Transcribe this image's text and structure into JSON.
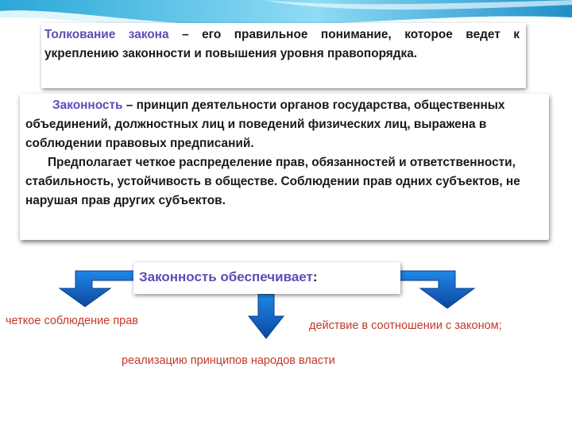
{
  "definitions": {
    "interpretation": {
      "term": "Толкование закона",
      "text": " – его правильное понимание, которое ведет к укреплению законности и повышения уровня правопорядка."
    },
    "legality": {
      "term": "Законность",
      "text": " – принцип деятельности органов государства, общественных объединений, должностных лиц и поведений физических лиц, выражена в соблюдении правовых предписаний.",
      "note": "Предполагает четкое распределение прав, обязанностей и ответственности, стабильность, устойчивость в обществе. Соблюдении прав одних субъектов, не нарушая прав других субъектов."
    }
  },
  "scheme": {
    "heading": "Законность обеспечивает",
    "colon": ":",
    "items": [
      "четкое соблюдение прав",
      "реализацию принципов народов власти",
      "действие в соотношении с законом;"
    ]
  },
  "colors": {
    "term": "#5b4fb5",
    "items": "#c0392b",
    "arrows": "#1565c0",
    "wave": "#4fc3f7"
  },
  "icons": [
    "arrow-left-down-icon",
    "arrow-down-icon",
    "arrow-right-down-icon"
  ]
}
